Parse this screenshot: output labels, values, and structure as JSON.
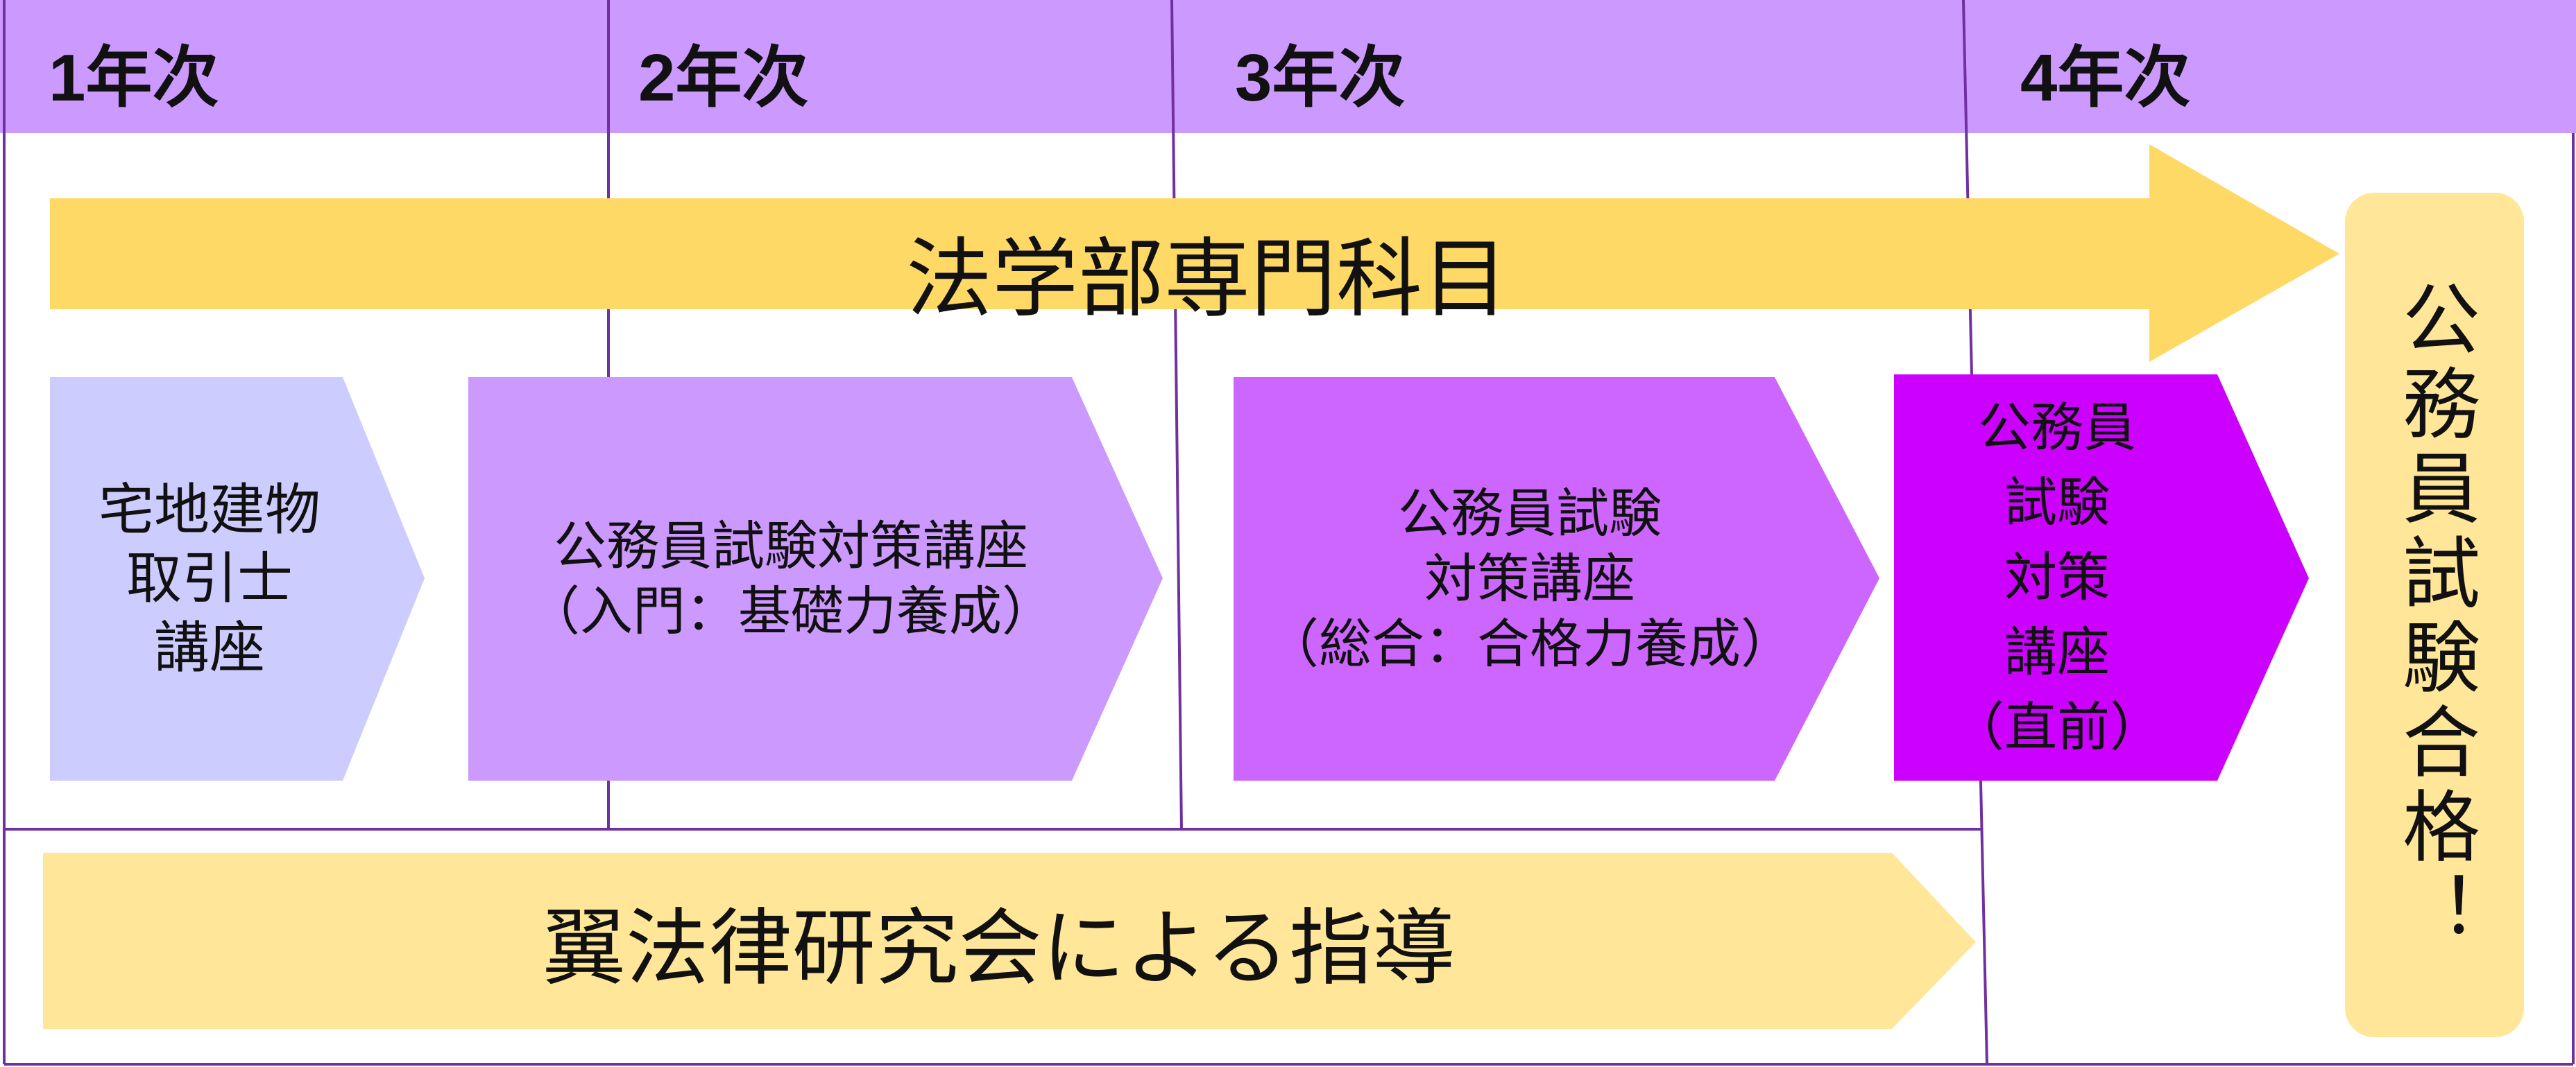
{
  "header": {
    "years": [
      "1年次",
      "2年次",
      "3年次",
      "4年次"
    ]
  },
  "bands": {
    "top_arrow": "法学部専門科目",
    "bottom_arrow": "翼法律研究会による指導"
  },
  "stages": [
    {
      "lines": [
        "宅地建物",
        "取引士",
        "講座"
      ],
      "color": "#ccccff"
    },
    {
      "lines": [
        "公務員試験対策講座",
        "（入門：基礎力養成）"
      ],
      "color": "#cc99ff"
    },
    {
      "lines": [
        "公務員試験",
        "対策講座",
        "（総合：合格力養成）"
      ],
      "color": "#cc66ff"
    },
    {
      "lines": [
        "公務員",
        "試験",
        "対策",
        "講座",
        "（直前）"
      ],
      "color": "#cc00ff"
    }
  ],
  "goal": {
    "text": "公務員試験合格！",
    "color": "#ffe699"
  },
  "colors": {
    "header": "#cc99ff",
    "grid_line": "#7030a0",
    "top_arrow": "#ffd966",
    "bottom_arrow": "#ffe699"
  }
}
